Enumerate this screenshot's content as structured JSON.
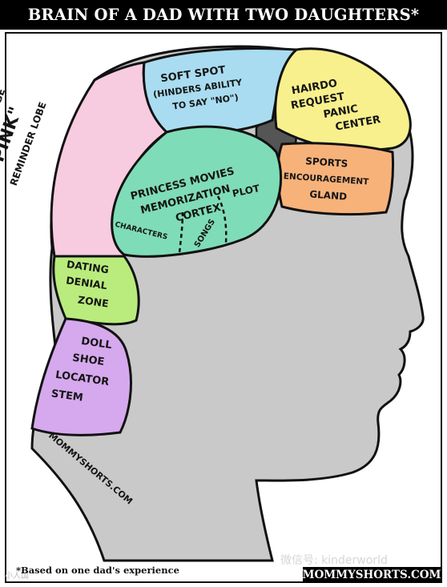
{
  "title": "BRAIN OF A DAD WITH TWO DAUGHTERS*",
  "regions": {
    "soft_spot": [
      "SOFT SPOT",
      "(HINDERS ABILITY",
      "TO SAY \"NO\")"
    ],
    "hairdo": [
      "HAIRDO",
      "REQUEST",
      "PANIC",
      "CENTER"
    ],
    "pink": [
      "ALL THINGS MUST BE",
      "\"PINK\"",
      "REMINDER LOBE"
    ],
    "princess": [
      "PRINCESS MOVIES",
      "MEMORIZATION",
      "CORTEX"
    ],
    "princess_parts": [
      "PLOT",
      "SONGS",
      "CHARACTERS"
    ],
    "sports": [
      "SPORTS",
      "ENCOURAGEMENT",
      "GLAND"
    ],
    "dating": [
      "DATING",
      "DENIAL",
      "ZONE"
    ],
    "doll": [
      "DOLL",
      "SHOE",
      "LOCATOR",
      "STEM"
    ]
  },
  "signature": "MOMMYSHORTS.COM",
  "footnote": "*Based on one dad's experience",
  "brand": "MOMMYSHORTS.COM",
  "watermark": "微信号: kinderworld",
  "watermark_left": "小人国",
  "colors": {
    "pink": "#f7cbe0",
    "blue": "#a9dcf0",
    "yellow": "#f8f08c",
    "green": "#7fdcb8",
    "orange": "#f7b27a",
    "lime": "#b9ec7c",
    "purple": "#d6a8ee",
    "gray": "#c9c9c9",
    "dark": "#555555"
  }
}
